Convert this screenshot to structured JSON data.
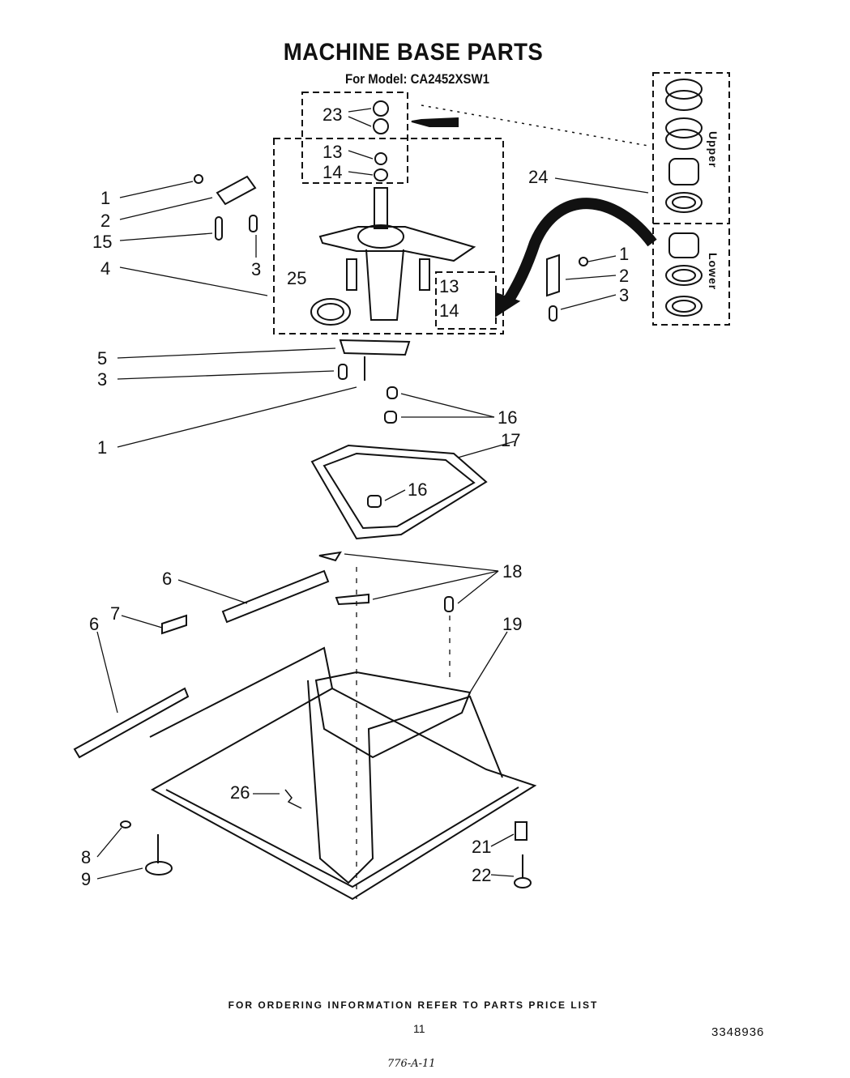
{
  "title": "MACHINE BASE PARTS",
  "subtitle": "For Model: CA2452XSW1",
  "footer": "FOR ORDERING INFORMATION REFER TO PARTS PRICE LIST",
  "page_number": "11",
  "document_number": "3348936",
  "handwritten_note": "776-A-11",
  "inset_labels": {
    "upper": "Upper",
    "lower": "Lower"
  },
  "callouts": [
    "1",
    "2",
    "15",
    "3",
    "4",
    "25",
    "23",
    "13",
    "14",
    "24",
    "1",
    "2",
    "3",
    "13",
    "14",
    "5",
    "3",
    "1",
    "16",
    "17",
    "16",
    "18",
    "6",
    "7",
    "6",
    "19",
    "26",
    "8",
    "9",
    "21",
    "22"
  ]
}
